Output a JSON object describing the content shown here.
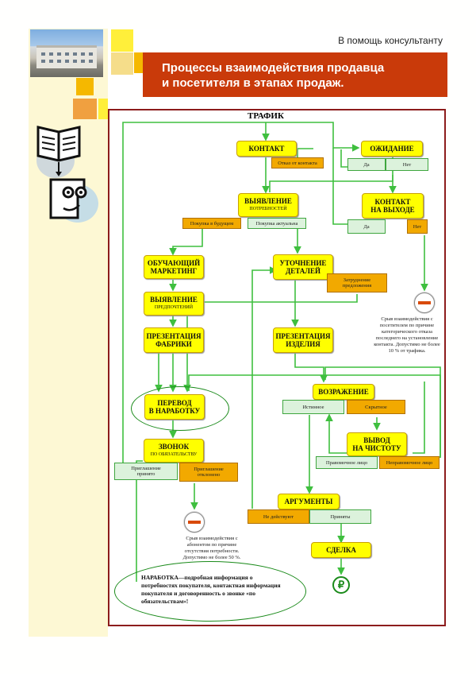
{
  "header": {
    "top_label": "В помощь консультанту",
    "title_line1": "Процессы взаимодействия продавца",
    "title_line2": "и посетителя в этапах продаж."
  },
  "colors": {
    "banner": "#c93a0a",
    "yellow": "#ffff00",
    "orange": "#f2a900",
    "green_pale": "#dcf2dc",
    "line": "#3fbf3f",
    "frame": "#8c1c1c"
  },
  "diagram": {
    "top": "ТРАФИК",
    "kontakt": "КОНТАКТ",
    "otkaz_ot_kontakta": "Отказ от контакта",
    "ozhidanie": "ОЖИДАНИЕ",
    "ozh_da": "Да",
    "ozh_net": "Нет",
    "vyyavlenie": "ВЫЯВЛЕНИЕ",
    "vyyavlenie_sub": "ПОТРЕБНОСТЕЙ",
    "pokupka_budushchem": "Покупка в будущем",
    "pokupka_aktualna": "Покупка актуальна",
    "kontakt_na_vyhode_1": "КОНТАКТ",
    "kontakt_na_vyhode_2": "НА ВЫХОДЕ",
    "kv_da": "Да",
    "kv_net": "Нет",
    "obuch_1": "ОБУЧАЮЩИЙ",
    "obuch_2": "МАРКЕТИНГ",
    "vyyav_pred_1": "ВЫЯВЛЕНИЕ",
    "vyyav_pred_2": "ПРЕДПОЧТЕНИЙ",
    "prez_fab_1": "ПРЕЗЕНТАЦИЯ",
    "prez_fab_2": "ФАБРИКИ",
    "utoch_1": "УТОЧНЕНИЕ",
    "utoch_2": "ДЕТАЛЕЙ",
    "zatrud_1": "Затруднение",
    "zatrud_2": "предложения",
    "note_right": "Срыв взаимодействия с посетителем по причине категорического отказа последнего на установление контакта. Допустимо не более 10 % от трафика.",
    "prez_izd_1": "ПРЕЗЕНТАЦИЯ",
    "prez_izd_2": "ИЗДЕЛИЯ",
    "perevod_1": "ПЕРЕВОД",
    "perevod_2": "В НАРАБОТКУ",
    "vozrazhenie": "ВОЗРАЖЕНИЕ",
    "istinnoe": "Истинное",
    "skrytnoe": "Скрытное",
    "vyvod_1": "ВЫВОД",
    "vyvod_2": "НА ЧИСТОТУ",
    "zvonok": "ЗВОНОК",
    "zvonok_sub": "ПО ОБЯЗАТЕЛЬСТВУ",
    "prigl_prinyato_1": "Приглашение",
    "prigl_prinyato_2": "принято",
    "prigl_otkl_1": "Приглашение",
    "prigl_otkl_2": "отклонено",
    "pravomochnoe": "Правомочное лицо",
    "nepravomochnoe": "Неправомочное лицо",
    "argumenty": "АРГУМЕНТЫ",
    "ne_deystvuyut": "Не действуют",
    "prinyaty": "Приняты",
    "sdelka": "СДЕЛКА",
    "ruble": "₽",
    "note_left": "Срыв взаимодействия с абонентом по причине отсутствия потребности. Допустимо не более 50 %.",
    "narabotka_bold": "НАРАБОТКА",
    "narabotka_text": "—подробная информация о потребностях покупателя, контактная информация покупателя и договоренность о звонке «по обязательствам»!"
  }
}
